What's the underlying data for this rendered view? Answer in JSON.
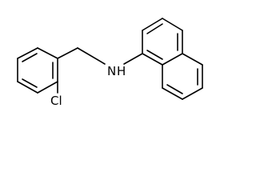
{
  "molecule": {
    "atoms": {
      "nitrogen": "N",
      "hydrogen": "H",
      "chlorine": "Cl"
    },
    "colors": {
      "bond": "#000000",
      "label": "#000000",
      "background": "#ffffff"
    }
  }
}
